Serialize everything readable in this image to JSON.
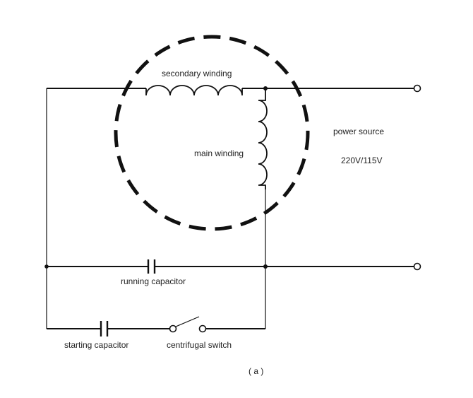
{
  "labels": {
    "secondary_winding": "secondary winding",
    "main_winding": "main winding",
    "power_source": "power source",
    "voltage": "220V/115V",
    "running_capacitor": "running capacitor",
    "starting_capacitor": "starting capacitor",
    "centrifugal_switch": "centrifugal switch",
    "figure_caption": "( a )"
  }
}
